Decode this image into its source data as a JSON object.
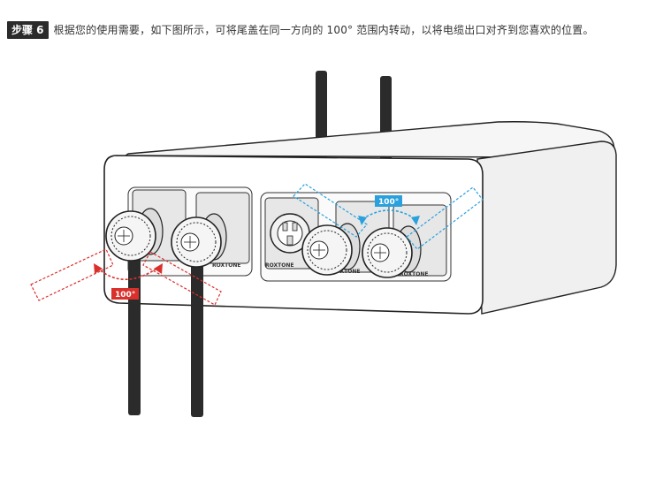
{
  "header": {
    "step_label": "步骤 6",
    "instruction": "根据您的使用需要，如下图所示，可将尾盖在同一方向的 100° 范围内转动，以将电缆出口对齐到您喜欢的位置。"
  },
  "diagram": {
    "left_angle_label": "100°",
    "right_angle_label": "100°",
    "brand_text": "ROXTONE",
    "colors": {
      "left_accent": "#d9302c",
      "right_accent": "#2aa0dc",
      "outline": "#222222",
      "cable": "#2b2b2b"
    }
  }
}
